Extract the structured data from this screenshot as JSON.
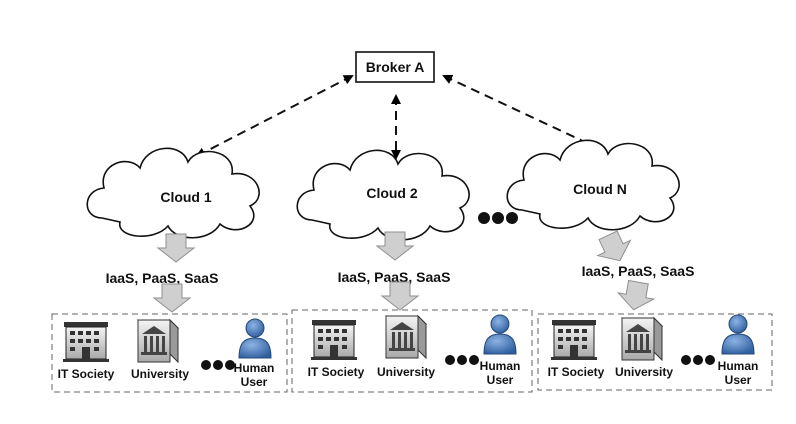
{
  "broker": {
    "label": "Broker A"
  },
  "clouds": [
    {
      "label": "Cloud 1",
      "services": "IaaS, PaaS, SaaS",
      "consumers": {
        "org": "IT Society",
        "univ": "University",
        "human_line1": "Human",
        "human_line2": "User"
      }
    },
    {
      "label": "Cloud 2",
      "services": "IaaS, PaaS, SaaS",
      "consumers": {
        "org": "IT Society",
        "univ": "University",
        "human_line1": "Human",
        "human_line2": "User"
      }
    },
    {
      "label": "Cloud N",
      "services": "IaaS, PaaS, SaaS",
      "consumers": {
        "org": "IT Society",
        "univ": "University",
        "human_line1": "Human",
        "human_line2": "User"
      }
    }
  ],
  "colors": {
    "cloud_fill": "#ffffff",
    "arrow_fill": "#cfcfcf",
    "person": "#4a7fc4",
    "building": "#d8d8d8",
    "border": "#000000"
  },
  "icons": [
    "building-icon",
    "university-icon",
    "person-icon",
    "ellipsis-icon"
  ]
}
